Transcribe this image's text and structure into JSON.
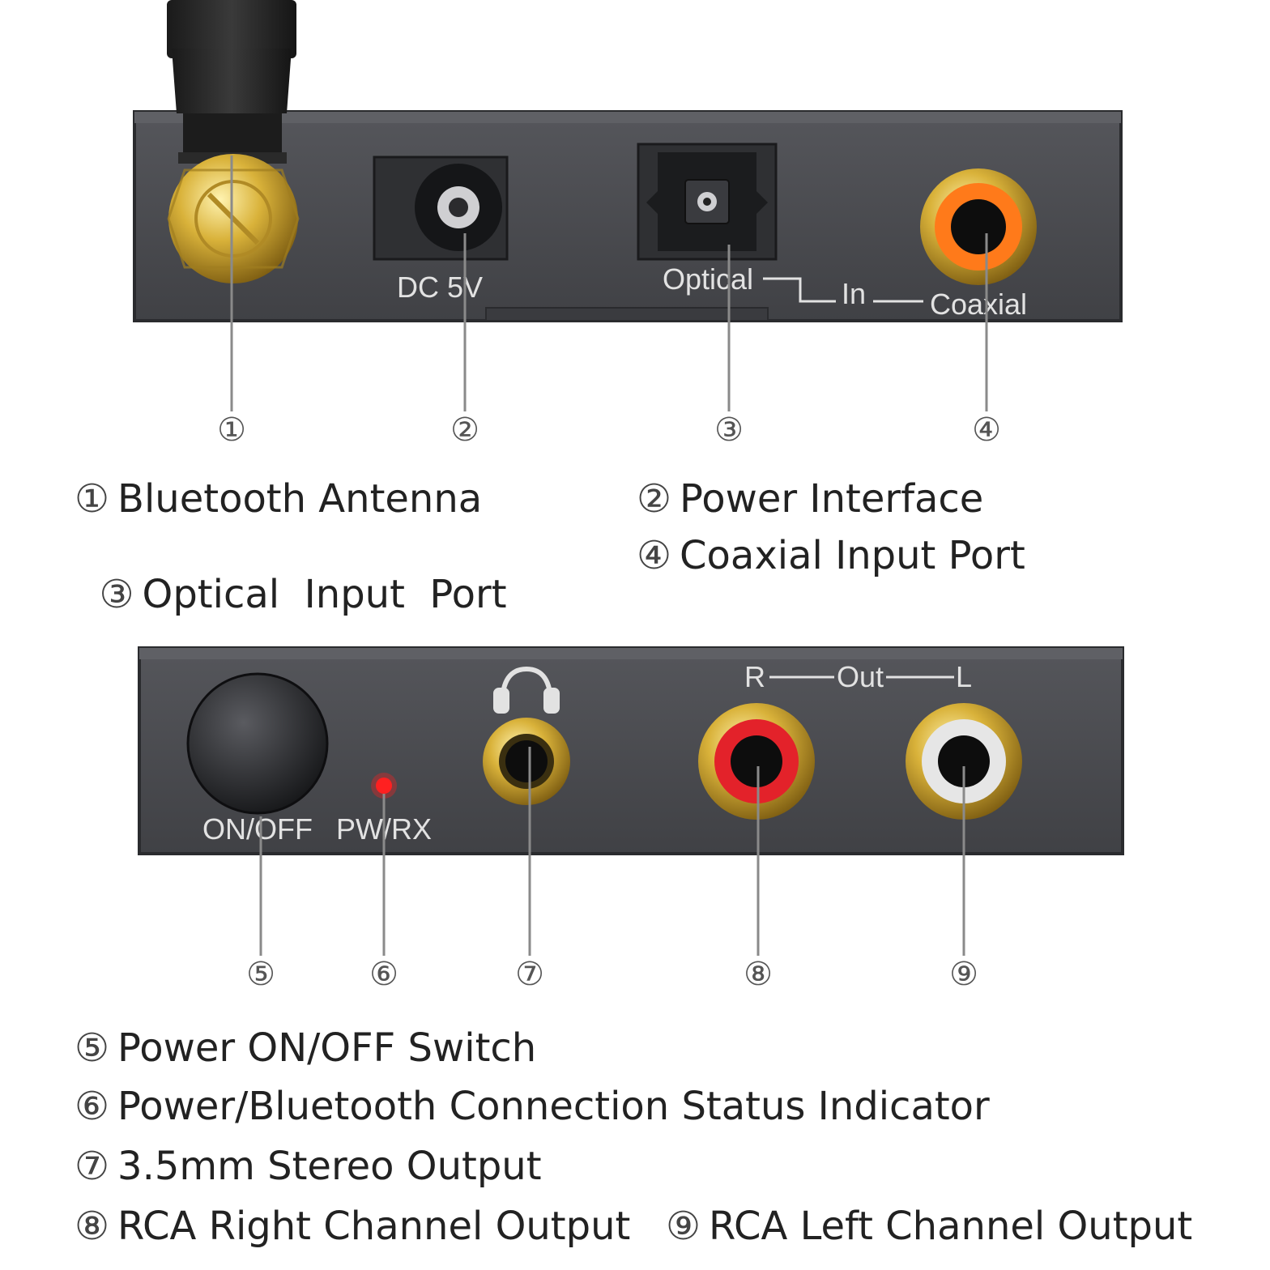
{
  "top_panel": {
    "labels": {
      "dc": "DC 5V",
      "optical": "Optical",
      "in": "In",
      "coaxial": "Coaxial"
    }
  },
  "bottom_panel": {
    "labels": {
      "onoff": "ON/OFF",
      "pwrx": "PW/RX",
      "r": "R",
      "out": "Out",
      "l": "L"
    }
  },
  "callouts": [
    "①",
    "②",
    "③",
    "④",
    "⑤",
    "⑥",
    "⑦",
    "⑧",
    "⑨"
  ],
  "legend": [
    {
      "num": "①",
      "text": "Bluetooth Antenna"
    },
    {
      "num": "②",
      "text": "Power Interface"
    },
    {
      "num": "③",
      "text": "Optical  Input  Port"
    },
    {
      "num": "④",
      "text": "Coaxial Input Port"
    },
    {
      "num": "⑤",
      "text": "Power ON/OFF Switch"
    },
    {
      "num": "⑥",
      "text": "Power/Bluetooth Connection Status Indicator"
    },
    {
      "num": "⑦",
      "text": "3.5mm Stereo Output"
    },
    {
      "num": "⑧",
      "text": "RCA Right Channel Output"
    },
    {
      "num": "⑨",
      "text": "RCA Left Channel Output"
    }
  ],
  "colors": {
    "panel": "#47484c",
    "panel_edge": "#2a2b2e",
    "gold": "#d9b23a",
    "coaxial_ring": "#ff7a1a",
    "rca_right": "#e3222a",
    "rca_left": "#e6e6e6",
    "led": "#ff2020",
    "leader_line": "#8a8a8a"
  }
}
